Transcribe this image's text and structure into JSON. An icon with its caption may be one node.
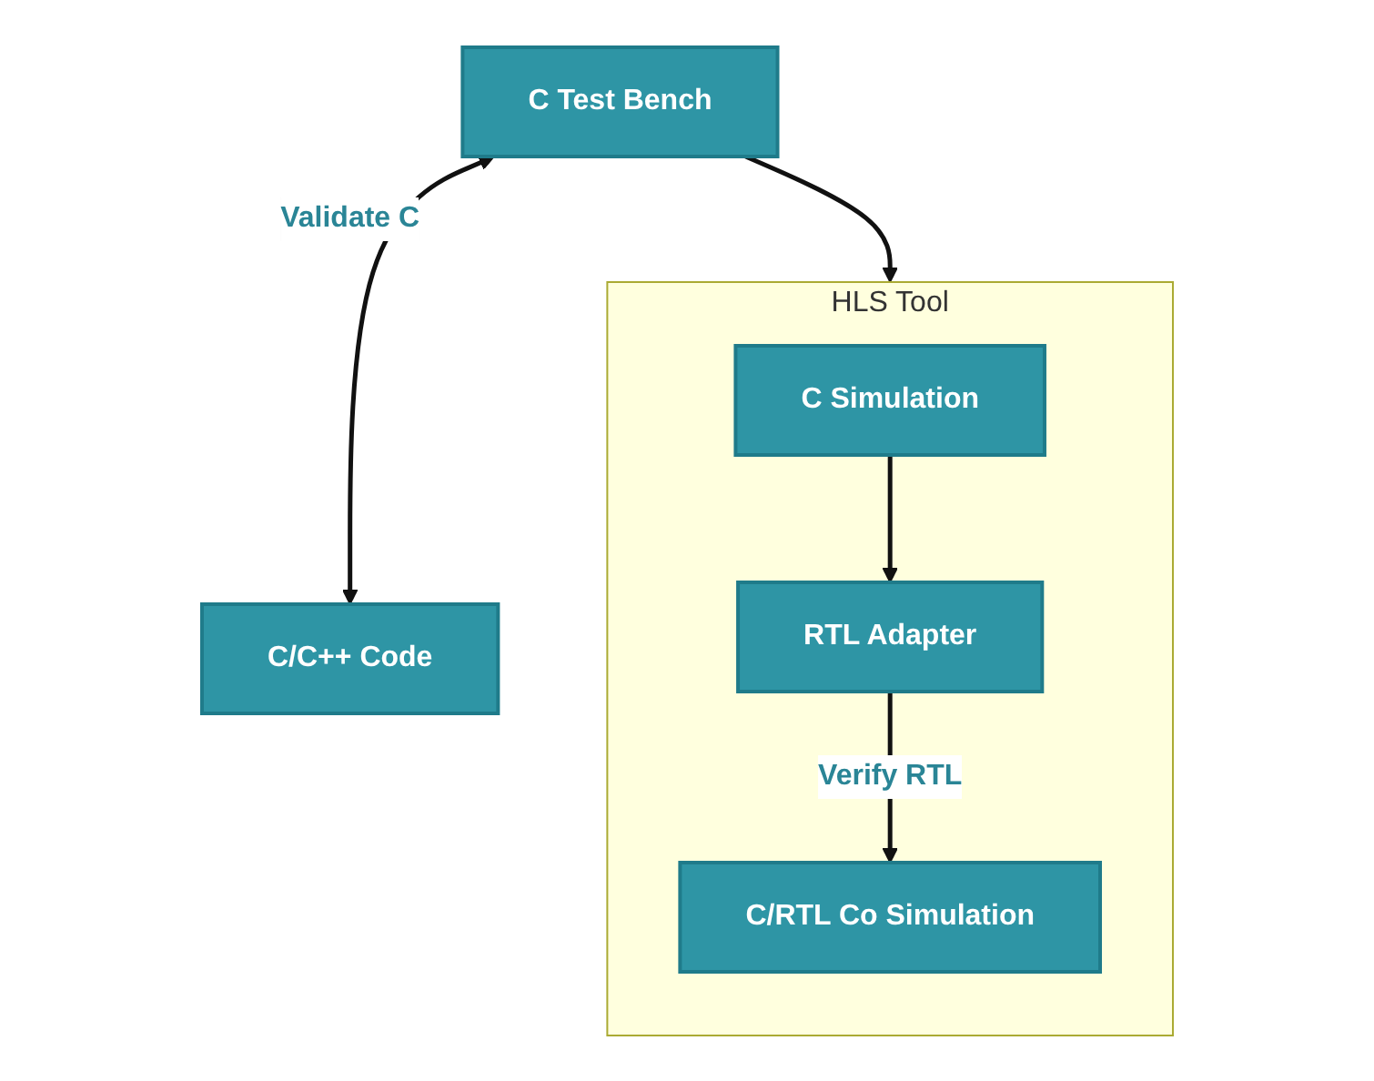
{
  "diagram": {
    "nodes": [
      {
        "text": [
          "C Test Bench"
        ]
      },
      {
        "text": [
          "C/C++ Code"
        ]
      },
      {
        "text": [
          "HLS Tool"
        ]
      },
      {
        "text": [
          "C Simulation"
        ],
        "in": 2
      },
      {
        "text": [
          "RTL Adapter"
        ],
        "in": 2
      },
      {
        "text": [
          "C/RTL Co Simulation"
        ],
        "in": 2
      }
    ],
    "edges": [
      {
        "from": 0,
        "to": 1,
        "arrow": "both",
        "label": "Validate C"
      },
      {
        "from": 0,
        "to": 2,
        "arrow": "to"
      },
      {
        "from": 3,
        "to": 4,
        "arrow": "to"
      },
      {
        "from": 4,
        "to": 5,
        "arrow": "to",
        "label": "Verify RTL"
      }
    ]
  }
}
